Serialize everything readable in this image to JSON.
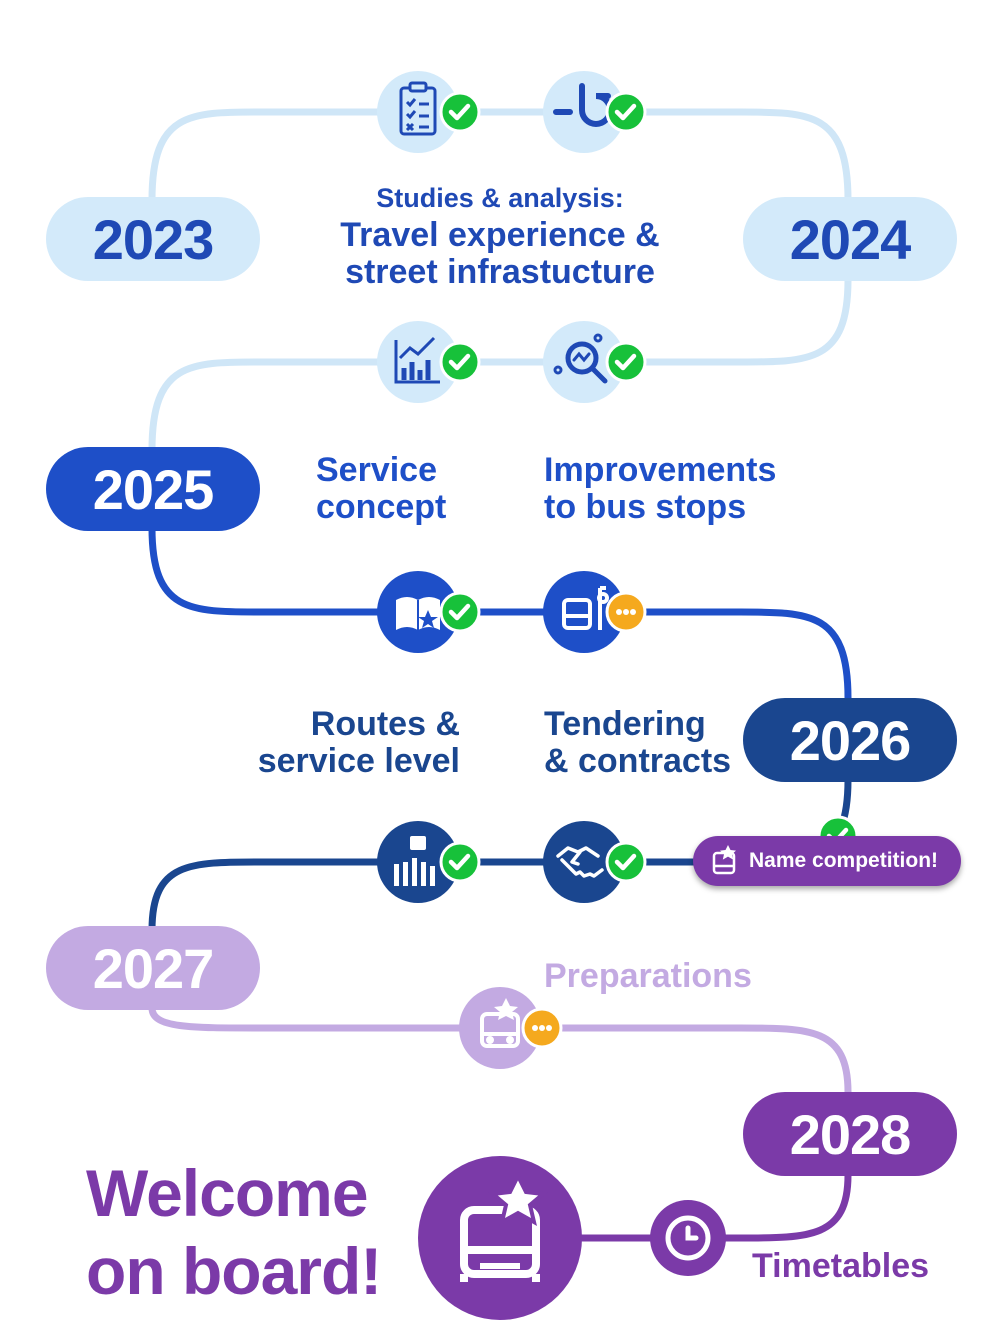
{
  "years": {
    "y2023": "2023",
    "y2024": "2024",
    "y2025": "2025",
    "y2026": "2026",
    "y2027": "2027",
    "y2028": "2028"
  },
  "labels": {
    "studies_intro": "Studies & analysis:",
    "studies_line1": "Travel experience &",
    "studies_line2": "street infrastucture",
    "service_concept_line1": "Service",
    "service_concept_line2": "concept",
    "bus_stops_line1": "Improvements",
    "bus_stops_line2": "to bus stops",
    "routes_line1": "Routes &",
    "routes_line2": "service level",
    "tendering_line1": "Tendering",
    "tendering_line2": "& contracts",
    "name_competition": "Name competition!",
    "preparations": "Preparations",
    "timetables": "Timetables",
    "welcome_line1": "Welcome",
    "welcome_line2": "on board!"
  },
  "milestones": [
    {
      "icon": "checklist-icon",
      "status": "done"
    },
    {
      "icon": "road-infrastructure-icon",
      "status": "done"
    },
    {
      "icon": "growth-chart-icon",
      "status": "done"
    },
    {
      "icon": "magnifier-analysis-icon",
      "status": "done"
    },
    {
      "icon": "book-star-icon",
      "status": "done"
    },
    {
      "icon": "bus-stop-icon",
      "status": "in-progress"
    },
    {
      "icon": "bus-frequency-icon",
      "status": "done"
    },
    {
      "icon": "handshake-icon",
      "status": "done"
    },
    {
      "icon": "bus-star-icon",
      "status": "in-progress"
    },
    {
      "icon": "clock-icon",
      "status": "upcoming"
    }
  ],
  "colors": {
    "phase_studies_line": "#cfe6f7",
    "phase_studies_fill": "#d3eafa",
    "phase_studies_text": "#1f49b5",
    "phase_service": "#1e4fc8",
    "phase_tender": "#1a468f",
    "phase_prep": "#c3aae2",
    "phase_launch": "#7b3aa8",
    "done": "#17c13a",
    "in_progress": "#f5a91e"
  }
}
